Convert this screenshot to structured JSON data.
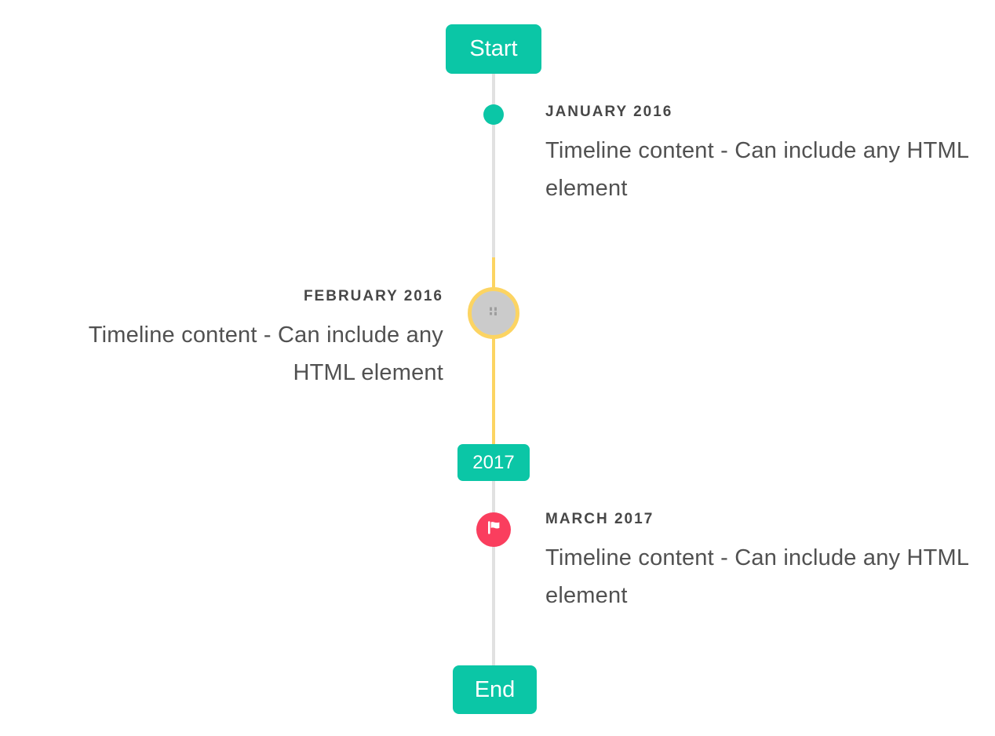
{
  "timeline": {
    "flags": {
      "start": "Start",
      "year": "2017",
      "end": "End"
    },
    "entries": [
      {
        "id": "january-2016",
        "title": "JANUARY 2016",
        "content": "Timeline content - Can include any HTML element",
        "side": "right",
        "marker": "teal-dot"
      },
      {
        "id": "february-2016",
        "title": "FEBRUARY 2016",
        "content": "Timeline content - Can include any HTML element",
        "side": "left",
        "marker": "gray-image-circle-yellow-ring"
      },
      {
        "id": "march-2017",
        "title": "MARCH 2017",
        "content": "Timeline content - Can include any HTML element",
        "side": "right",
        "marker": "red-circle-flag-icon"
      }
    ],
    "colors": {
      "accent": "#0bc6a6",
      "highlight": "#fcd462",
      "line": "#e1e1e1",
      "marker_red": "#fa3e5e",
      "marker_gray": "#cbcbcb",
      "title_text": "#474747",
      "content_text": "#515151",
      "flag_text": "#ffffff"
    }
  }
}
